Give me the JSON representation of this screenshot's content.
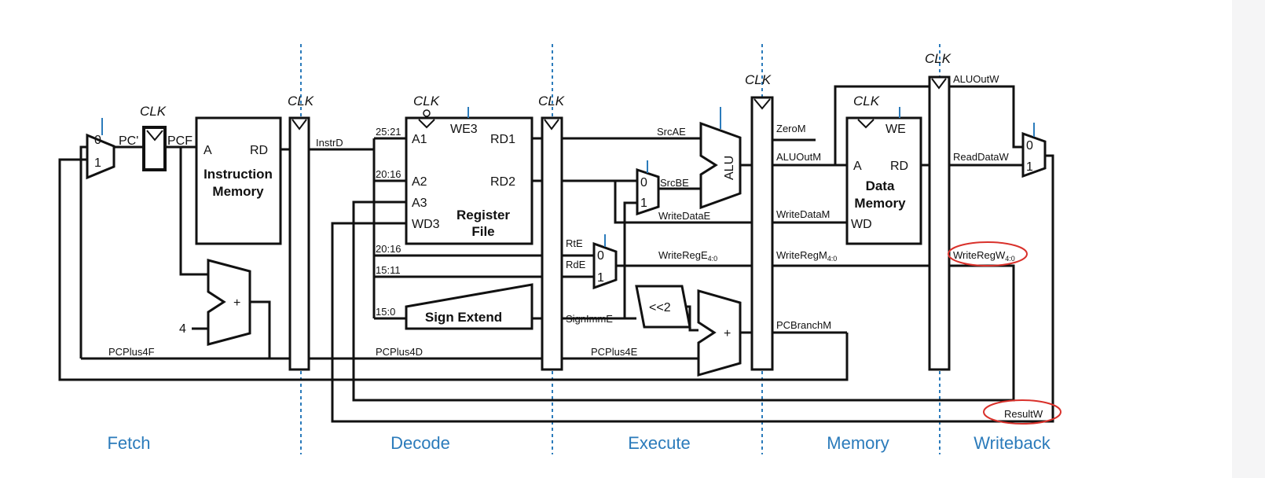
{
  "colors": {
    "wire": "#111111",
    "stage_divider": "#2b7bbb",
    "annotation": "#d9312b",
    "control": "#2b7bbb"
  },
  "stages": {
    "fetch": "Fetch",
    "decode": "Decode",
    "execute": "Execute",
    "memory": "Memory",
    "writeback": "Writeback"
  },
  "clk": "CLK",
  "blocks": {
    "pc_mux": {
      "in0": "0",
      "in1": "1"
    },
    "imem": {
      "title_line1": "Instruction",
      "title_line2": "Memory",
      "port_a": "A",
      "port_rd": "RD"
    },
    "regfile": {
      "title_line1": "Register",
      "title_line2": "File",
      "a1": "A1",
      "a2": "A2",
      "a3": "A3",
      "wd3": "WD3",
      "we3": "WE3",
      "rd1": "RD1",
      "rd2": "RD2"
    },
    "sign_extend": "Sign Extend",
    "alu": "ALU",
    "shift": "<<2",
    "adder": "+",
    "const4": "4",
    "srcb_mux": {
      "in0": "0",
      "in1": "1"
    },
    "regdst_mux": {
      "in0": "0",
      "in1": "1"
    },
    "dmem": {
      "title_line1": "Data",
      "title_line2": "Memory",
      "port_a": "A",
      "port_rd": "RD",
      "port_wd": "WD",
      "we": "WE"
    },
    "result_mux": {
      "in0": "0",
      "in1": "1"
    }
  },
  "signals": {
    "pc_next": "PC'",
    "pcf": "PCF",
    "instrd": "InstrD",
    "bits_25_21": "25:21",
    "bits_20_16_a": "20:16",
    "bits_20_16_b": "20:16",
    "bits_15_11": "15:11",
    "bits_15_0": "15:0",
    "pcplus4f": "PCPlus4F",
    "pcplus4d": "PCPlus4D",
    "pcplus4e": "PCPlus4E",
    "srcae": "SrcAE",
    "srcbe": "SrcBE",
    "writedatae": "WriteDataE",
    "rte": "RtE",
    "rde": "RdE",
    "writerege": "WriteRegE",
    "writerege_sub": "4:0",
    "signimme": "SignImmE",
    "zerom": "ZeroM",
    "aluoutm": "ALUOutM",
    "writedatam": "WriteDataM",
    "writeregm": "WriteRegM",
    "writeregm_sub": "4:0",
    "pcbranchm": "PCBranchM",
    "aluoutw": "ALUOutW",
    "readdataw": "ReadDataW",
    "writeregw": "WriteRegW",
    "writeregw_sub": "4:0",
    "resultw": "ResultW"
  }
}
